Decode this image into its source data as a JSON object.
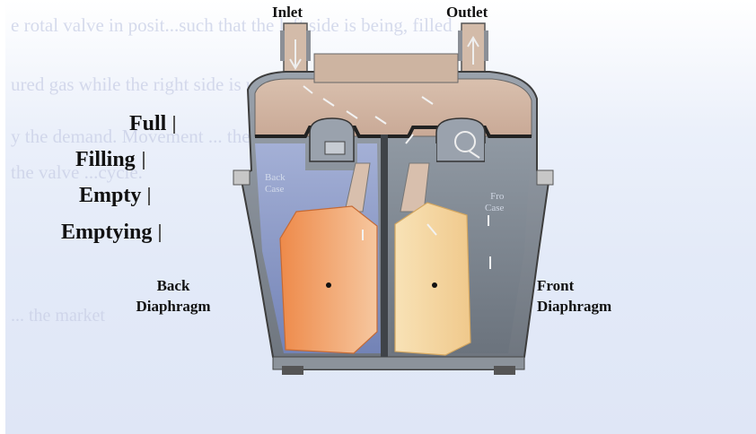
{
  "background_text": [
    "e rotal valve in posit...such that the left side is being, filled",
    "ured gas while the right side is under lwing slightly lower p",
    "y the demand. Movement ... the index to regis",
    "the valve ...cycle.",
    "...  the market"
  ],
  "pipes": {
    "inlet": "Inlet",
    "outlet": "Outlet"
  },
  "legend": [
    {
      "label": "Full",
      "color": "#ef9a5e"
    },
    {
      "label": "Filling",
      "color": "#f3d49a"
    },
    {
      "label": "Empty",
      "color": "#8d9cc8"
    },
    {
      "label": "Emptying",
      "color": "#7c858f"
    }
  ],
  "inner_labels": {
    "back_gas": [
      "Back",
      "Case"
    ],
    "front_gas": [
      "Fro",
      "Case"
    ]
  },
  "diaphragms": {
    "back": [
      "Back",
      "Diaphragm"
    ],
    "front": [
      "Front",
      "Diaphragm"
    ]
  }
}
